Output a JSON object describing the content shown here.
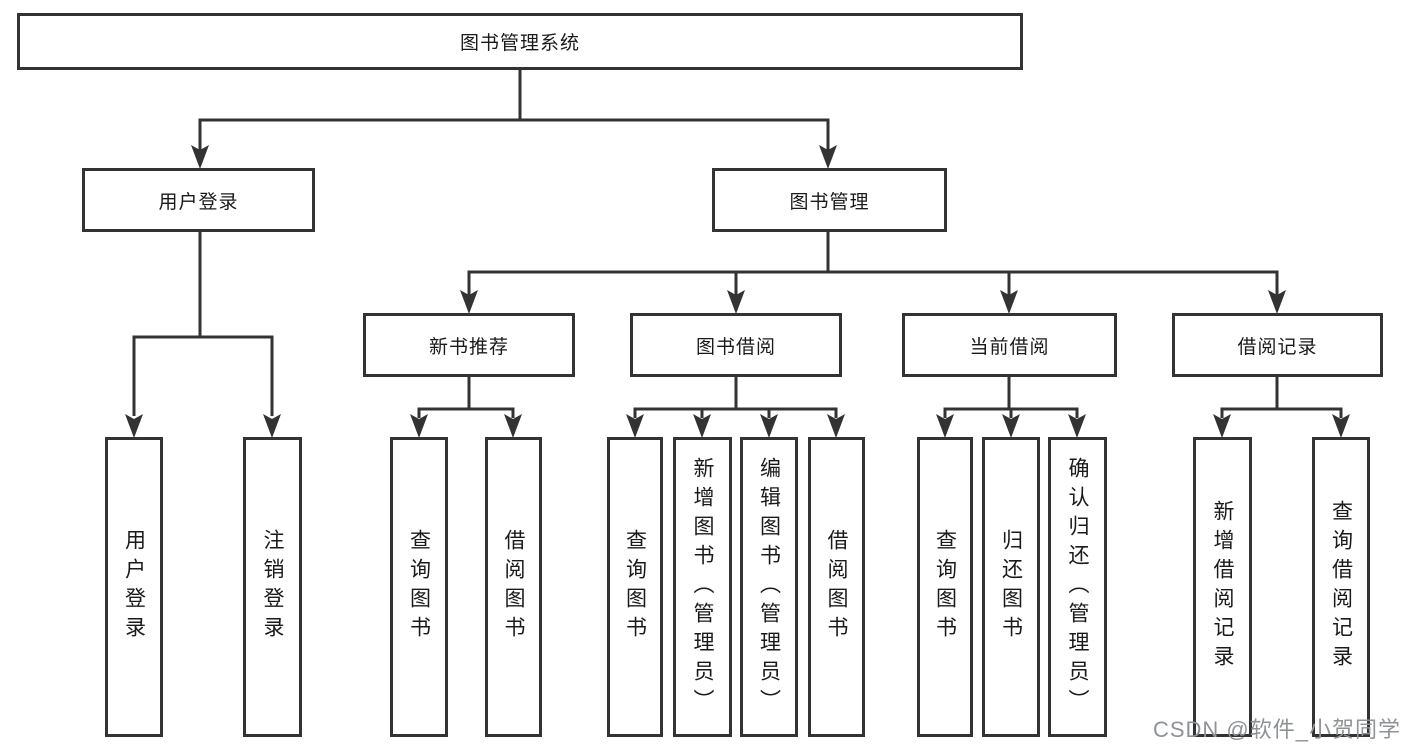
{
  "nodes": {
    "root": "图书管理系统",
    "user_login": "用户登录",
    "book_management": "图书管理",
    "new_book_recommend": "新书推荐",
    "book_borrow": "图书借阅",
    "current_borrow": "当前借阅",
    "borrow_record": "借阅记录",
    "leaves": {
      "user_login": [
        "用户登录",
        "注销登录"
      ],
      "new_book_recommend": [
        "查询图书",
        "借阅图书"
      ],
      "book_borrow": [
        "查询图书",
        "新增图书（管理员）",
        "编辑图书（管理员）",
        "借阅图书"
      ],
      "current_borrow": [
        "查询图书",
        "归还图书",
        "确认归还（管理员）"
      ],
      "borrow_record": [
        "新增借阅记录",
        "查询借阅记录"
      ]
    }
  },
  "watermark": {
    "text": "CSDN @软件_小贺同学"
  },
  "colors": {
    "line": "#333333",
    "box_border": "#333333",
    "box_background": "#ffffff",
    "text": "#1a1a1a",
    "watermark": "#8f9296"
  }
}
